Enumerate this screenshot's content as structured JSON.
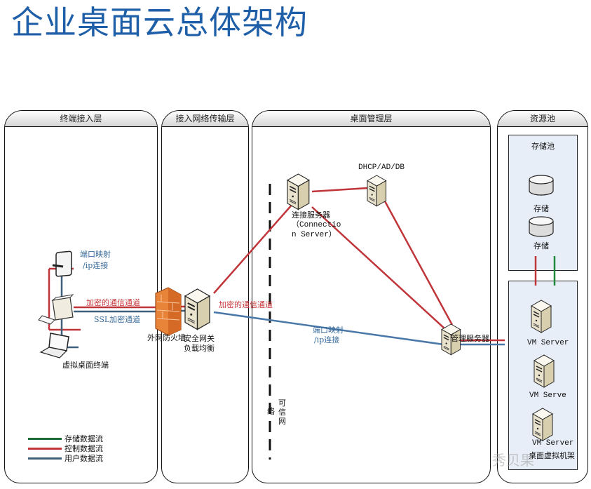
{
  "title": "企业桌面云总体架构",
  "layers": {
    "terminal": "终端接入层",
    "network": "接入网络传输层",
    "management": "桌面管理层",
    "resource": "资源池"
  },
  "terminal_layer": {
    "port_mapping": [
      "端口映射",
      "/ip连接"
    ],
    "encrypted_channel": "加密的通信通道",
    "ssl_channel": "SSL加密通道",
    "device_label": "虚拟桌面终端"
  },
  "network_layer": {
    "firewall_label": "外网防火墙",
    "gateway_label": [
      "安全网关",
      "负载均衡"
    ],
    "encrypted_channel": "加密的通信通道"
  },
  "management_layer": {
    "dhcp_label": "DHCP/AD/DB",
    "connection_server": [
      "连接服务器",
      "（Connectio",
      "n Server）"
    ],
    "port_mapping": [
      "端口映射",
      "/ip连接"
    ],
    "trusted_network": [
      "可",
      "信",
      "网"
    ],
    "trusted_network_side": "络",
    "management_server": "管理服务器"
  },
  "resource_pool": {
    "storage_pool_title": "存储池",
    "storage_items": [
      "存储",
      "存储"
    ],
    "vm_servers": [
      "VM Server",
      "VM Serve",
      "VM Server"
    ],
    "desktop_virtual_label": "桌面虚拟机架"
  },
  "legend": [
    {
      "label": "存储数据流",
      "color": "#1f6b34"
    },
    {
      "label": "控制数据流",
      "color": "#c0353a"
    },
    {
      "label": "用户数据流",
      "color": "#3f5f7a"
    }
  ],
  "colors": {
    "title": "#1f5fa8",
    "control": "#c0353a",
    "user": "#4a78a8",
    "storage": "#1f8a3a"
  },
  "watermark": "秀贝果"
}
